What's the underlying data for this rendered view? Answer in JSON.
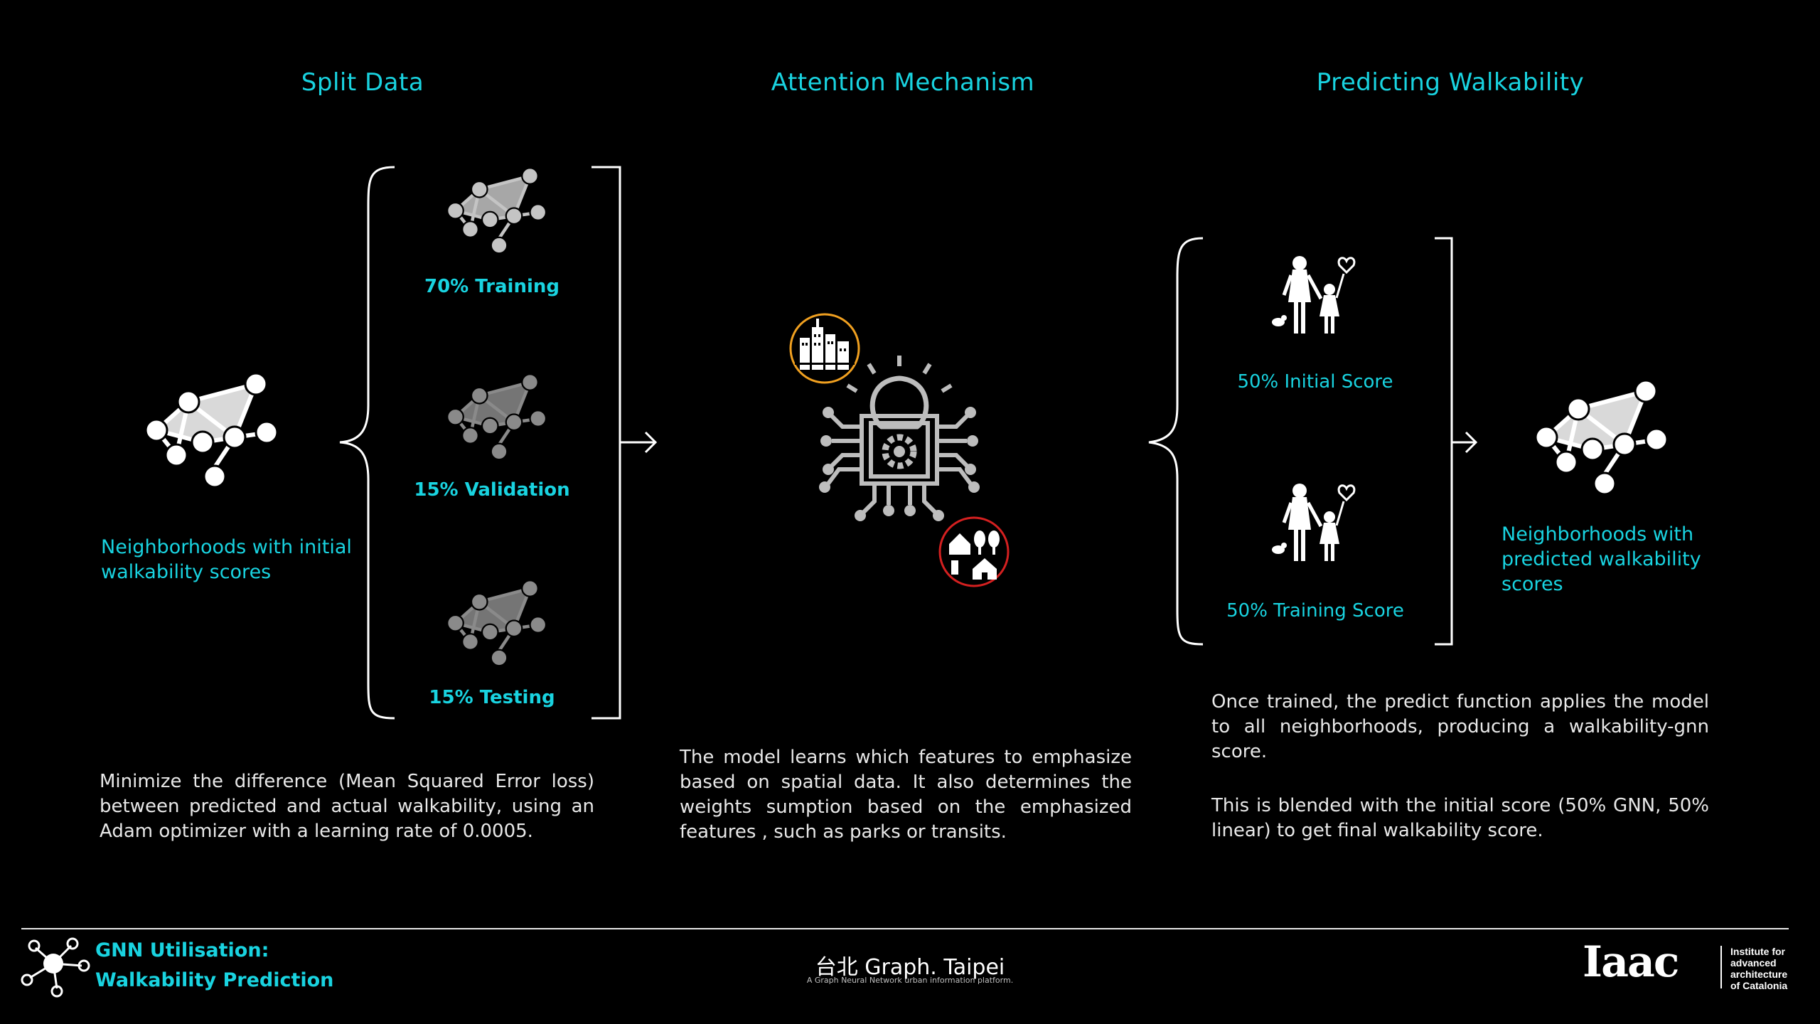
{
  "sections": {
    "split": {
      "title": "Split Data"
    },
    "attention": {
      "title": "Attention Mechanism"
    },
    "predict": {
      "title": "Predicting Walkability"
    }
  },
  "split": {
    "input_label": "Neighborhoods with initial walkability scores",
    "training": "70% Training",
    "validation": "15% Validation",
    "testing": "15% Testing",
    "description": "Minimize the difference (Mean Squared Error loss) between predicted and actual walkability, using an Adam optimizer with a learning rate of 0.0005."
  },
  "attention": {
    "description": "The model learns which features to emphasize based on spatial data. It also determines the weights sumption based on the emphasized features , such as parks or transits."
  },
  "predict": {
    "initial_score": "50% Initial Score",
    "training_score": "50% Training Score",
    "output_label": "Neighborhoods with predicted walkability scores",
    "description_1": "Once trained, the predict function applies the model to all neighborhoods, producing a walkability-gnn score.",
    "description_2": "This is blended with the initial score (50% GNN, 50% linear) to get final walkability score."
  },
  "footer": {
    "title_line1": "GNN Utilisation:",
    "title_line2": "Walkability Prediction",
    "brand_main": "台北 Graph. Taipei",
    "brand_sub": "A Graph Neural Network urban information platform.",
    "logo_text": "Iaac",
    "institute_line1": "Institute for",
    "institute_line2": "advanced",
    "institute_line3": "architecture",
    "institute_line4": "of Catalonia"
  },
  "colors": {
    "accent": "#19d3e0",
    "background": "#000000",
    "orange_ring": "#f0a020",
    "red_ring": "#d42020"
  }
}
